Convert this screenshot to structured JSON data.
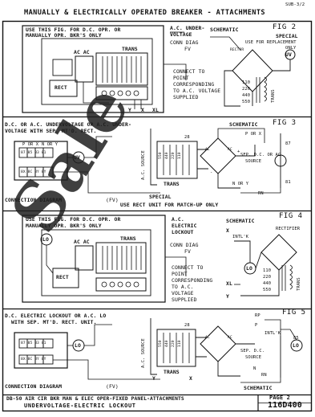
{
  "sheet": {
    "sub_ref": "SUB-3/2",
    "title": "MANUALLY & ELECTRICALLY OPERATED BREAKER - ATTACHMENTS",
    "page_label": "PAGE 2",
    "footer_line1": "DB-50 AIR CIR BKR MAN & ELEC OPER-FIXED PANEL-ATTACHMENTS",
    "footer_line2": "UNDERVOLTAGE-ELECTRIC LOCKOUT",
    "drawing_no": "116D400",
    "watermark": "Sale"
  },
  "fig2": {
    "note1": "USE THIS FIG. FOR D.C. OPR. OR",
    "note2": "MANUALLY OPR. BKR'S ONLY",
    "device1": "A.C. UNDER-",
    "device2": "VOLTAGE",
    "conn_diag": "CONN DIAG",
    "fv": "FV",
    "schematic": "SCHEMATIC",
    "fig_label": "FIG 2",
    "special": "SPECIAL",
    "replacement1": "USE FOR REPLACEMENT",
    "replacement2": "ONLY",
    "rector": "RECTOR",
    "uv": "UV",
    "ac_ac": "AC AC",
    "trans": "TRANS",
    "rect": "RECT",
    "connect1": "CONNECT TO",
    "connect2": "POINT",
    "connect3": "CORRESPONDING",
    "connect4": "TO A.C. VOLTAGE",
    "connect5": "SUPPLIED",
    "volts": [
      "110",
      "220",
      "440",
      "550"
    ],
    "trans_v": "TRANS",
    "y": "Y",
    "x": "X",
    "xl": "XL"
  },
  "fig3": {
    "note1": "D.C. OR A.C. UNDERVOLTAGE OR A.C. UNDER-",
    "note2": "VOLTAGE WITH SEP. MT'D. RECT.",
    "porx": "P OR X",
    "nory": "N OR Y",
    "tb_top": "87 85 83 81",
    "tb_bot": "8X 8C 8Y 8Y",
    "uv": "UV",
    "conn_diag": "CONNECTION DIAGRAM",
    "fv": "(FV)",
    "ac_source": "A.C. SOURCE",
    "volts": [
      "550",
      "440",
      "220",
      "110"
    ],
    "n28": "28",
    "trans": "TRANS",
    "special": "SPECIAL",
    "use_rect": "USE RECT UNIT FOR MATCH-UP ONLY",
    "fig_label": "FIG 3",
    "schematic": "SCHEMATIC",
    "porx2": "P OR X",
    "sep1": "SEP. D.C. OR AC",
    "sep2": "SOURCE",
    "n87": "87",
    "n81": "81",
    "nory2": "N OR Y",
    "rn": "RN",
    "ac1": "AC",
    "ac2": "AC",
    "plus": "+",
    "minus": "-"
  },
  "fig4": {
    "note1": "USE THIS FIG. FOR D.C. OPR. OR",
    "note2": "MANUALLY OPR. BKR'S ONLY",
    "dev1": "A.C.",
    "dev2": "ELECTRIC",
    "dev3": "LOCKOUT",
    "conn_diag": "CONN DIAG",
    "fv": "FV",
    "schematic": "SCHEMATIC",
    "fig_label": "FIG 4",
    "intlk": "INTL'K",
    "rectifier": "RECTIFIER",
    "lo": "LO",
    "ac_ac": "AC AC",
    "trans": "TRANS",
    "rect": "RECT",
    "connect1": "CONNECT TO",
    "connect2": "POINT",
    "connect3": "CORRESPONDING",
    "connect4": "TO A.C.",
    "connect5": "VOLTAGE",
    "connect6": "SUPPLIED",
    "xl": "XL",
    "volts": [
      "110",
      "220",
      "440",
      "550"
    ],
    "trans_v": "TRANS",
    "x": "X",
    "y": "Y"
  },
  "fig5": {
    "note1": "D.C. ELECTRIC LOCKOUT OR A.C. LO",
    "note2": "WITH SEP. MT'D. RECT. UNIT.",
    "tb_top": "87 85 83 81",
    "tb_bot": "8X 8C 8Y 8Y",
    "lo": "LO",
    "conn_diag": "CONNECTION DIAGRAM",
    "fv": "(FV)",
    "ac_source": "A.C. SOURCE",
    "volts": [
      "550",
      "440",
      "220",
      "110"
    ],
    "n28": "28",
    "trans": "TRANS",
    "fig_label": "FIG 5",
    "schematic": "SCHEMATIC",
    "rp": "RP",
    "intlk": "INTL'K",
    "n85": "85",
    "sep1": "SEP. D.C.",
    "sep2": "SOURCE",
    "rn": "RN",
    "n": "N",
    "p": "P",
    "ac1": "AC",
    "ac2": "AC",
    "y": "Y",
    "x": "X"
  }
}
